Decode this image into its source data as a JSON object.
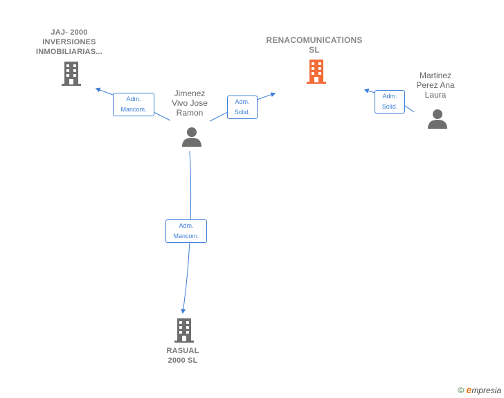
{
  "nodes": {
    "jaj": {
      "label_line1": "JAJ- 2000",
      "label_line2": "INVERSIONES",
      "label_line3": "INMOBILIARIAS...",
      "icon": "building-icon",
      "color": "#6e6e6e"
    },
    "renacom": {
      "label_line1": "RENACOMUNICATIONS",
      "label_line2": "SL",
      "icon": "building-icon",
      "color": "#f26b38"
    },
    "jimenez": {
      "label_line1": "Jimenez",
      "label_line2": "Vivo Jose",
      "label_line3": "Ramon",
      "icon": "person-icon",
      "color": "#6e6e6e"
    },
    "martinez": {
      "label_line1": "Martinez",
      "label_line2": "Perez Ana",
      "label_line3": "Laura",
      "icon": "person-icon",
      "color": "#6e6e6e"
    },
    "rasual": {
      "label_line1": "RASUAL",
      "label_line2": "2000 SL",
      "icon": "building-icon",
      "color": "#6e6e6e"
    }
  },
  "edges": {
    "jimenez_jaj": {
      "line1": "Adm.",
      "line2": "Mancom."
    },
    "jimenez_renacom": {
      "line1": "Adm.",
      "line2": "Solid."
    },
    "martinez_renacom": {
      "line1": "Adm.",
      "line2": "Solid."
    },
    "jimenez_rasual": {
      "line1": "Adm.",
      "line2": "Mancom."
    }
  },
  "edge_color": "#3d7ed6",
  "footer": {
    "copyright": "©",
    "brand_initial": "e",
    "brand_rest": "mpresia"
  }
}
